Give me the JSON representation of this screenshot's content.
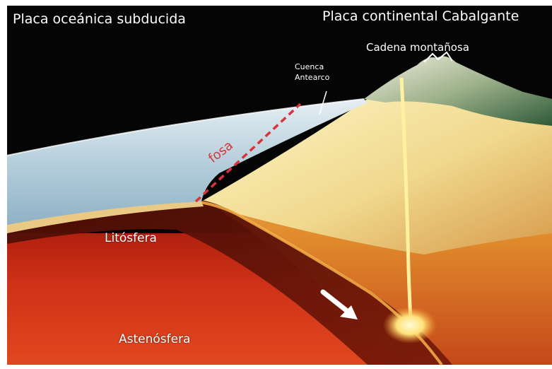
{
  "labels": {
    "oceanic_plate": "Placa oceánica subducida",
    "continental_plate": "Placa continental Cabalgante",
    "mountain_range": "Cadena montañosa",
    "forearc_basin_line1": "Cuenca",
    "forearc_basin_line2": "Antearco",
    "trench": "fosa",
    "lithosphere": "Litósfera",
    "asthenosphere": "Astenósfera"
  },
  "colors": {
    "sky": "#050505",
    "ocean_water": "#b9d2e0",
    "trench_line": "#d8343a",
    "arrow": "#ffffff",
    "mantle": "#c62512",
    "continental_crust": "#f3e3a0",
    "magma": "#fff3a8"
  }
}
